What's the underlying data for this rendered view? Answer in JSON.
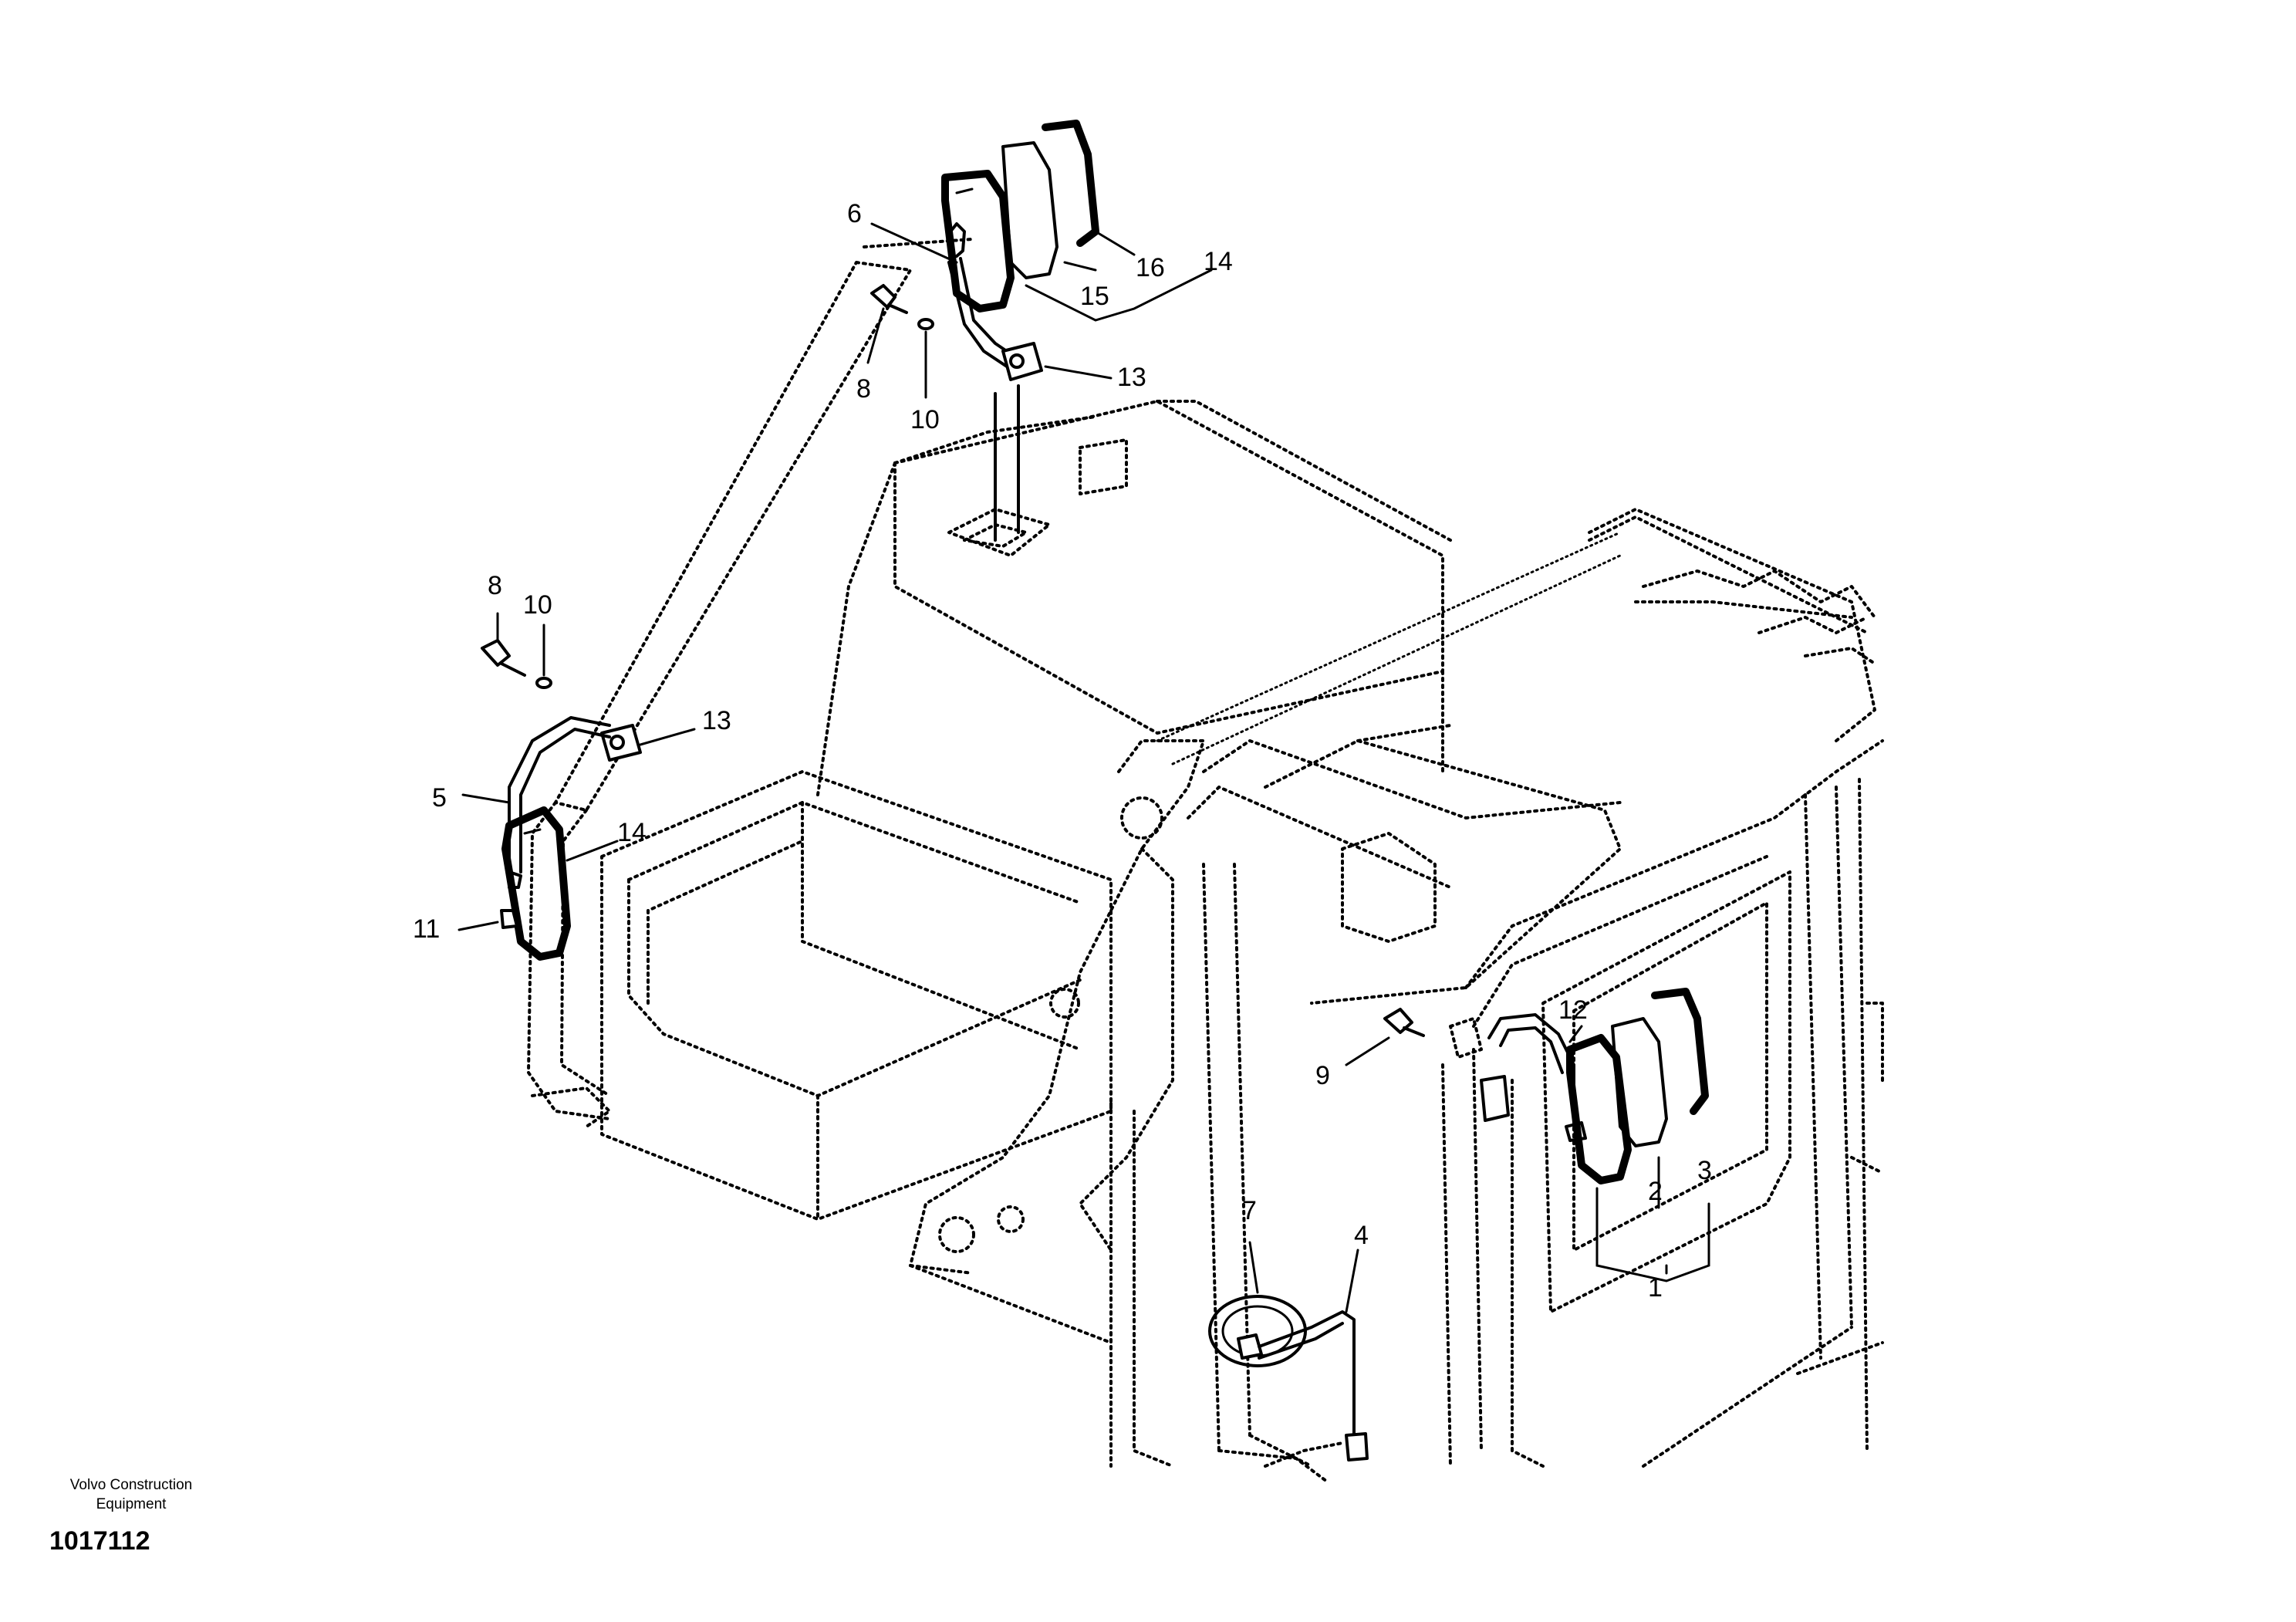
{
  "callouts": {
    "c1": "1",
    "c2": "2",
    "c3": "3",
    "c4": "4",
    "c5": "5",
    "c6": "6",
    "c7": "7",
    "c8a": "8",
    "c8b": "8",
    "c9": "9",
    "c10a": "10",
    "c10b": "10",
    "c11": "11",
    "c12": "12",
    "c13a": "13",
    "c13b": "13",
    "c14a": "14",
    "c14b": "14",
    "c15": "15",
    "c16": "16"
  },
  "footer": {
    "company_line1": "Volvo Construction",
    "company_line2": "Equipment",
    "drawing_number": "1017112"
  }
}
